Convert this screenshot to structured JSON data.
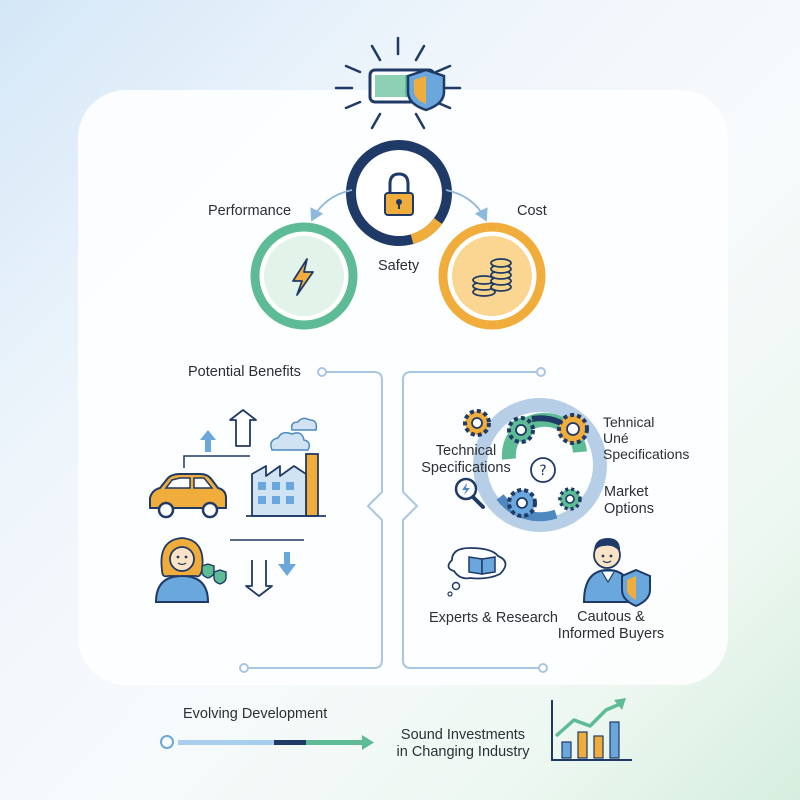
{
  "triad": {
    "performance": "Performance",
    "cost": "Cost",
    "safety": "Safety"
  },
  "left_section": {
    "title": "Potential Benefits"
  },
  "right_section": {
    "tech_spec_left": [
      "Technical",
      "Specifications"
    ],
    "tech_spec_right": [
      "Tehnical",
      "Uné",
      "Specifications"
    ],
    "market": [
      "Market",
      "Options"
    ],
    "experts": "Experts & Research",
    "buyers": [
      "Cautous &",
      "Informed Buyers"
    ]
  },
  "bottom": {
    "evolving": "Evolving Development",
    "investments": [
      "Sound Investments",
      "in Changing Industry"
    ]
  },
  "colors": {
    "navy": "#1f3a66",
    "green": "#5dbb95",
    "orange": "#f1ad3c",
    "blue": "#6aa7dc",
    "line": "#b7cfe6"
  }
}
